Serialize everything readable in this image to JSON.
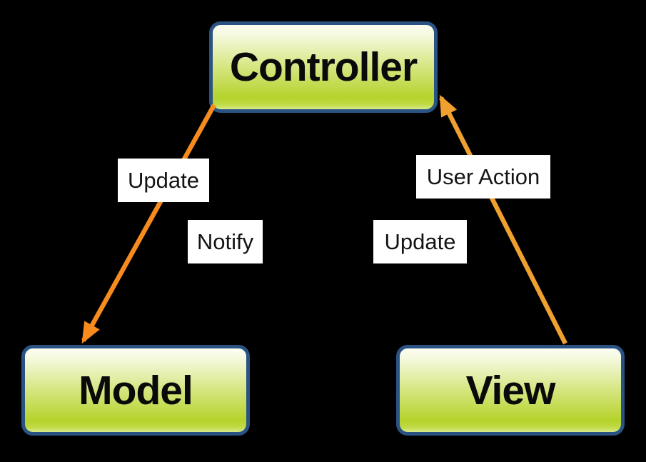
{
  "canvas": {
    "background": "#000000"
  },
  "nodes": [
    {
      "id": "controller",
      "label": "Controller"
    },
    {
      "id": "model",
      "label": "Model"
    },
    {
      "id": "view",
      "label": "View"
    }
  ],
  "node_style": {
    "border_color": "#2A5384",
    "fill_top": "#FCFEF2",
    "fill_bottom": "#B5D32C",
    "text_color": "#0A0A0A"
  },
  "edges": [
    {
      "label": "Update",
      "from": "Controller",
      "to": "Model",
      "color": "#F78B1E"
    },
    {
      "label": "Notify",
      "from": "Model",
      "to": "Controller",
      "color": "#000000"
    },
    {
      "label": "User Action",
      "from": "View",
      "to": "Controller",
      "color": "#F0A02E"
    },
    {
      "label": "Update",
      "from": "Controller",
      "to": "View",
      "color": "#000000"
    }
  ],
  "edge_label_style": {
    "background": "#FFFFFF",
    "text_color": "#141414"
  }
}
